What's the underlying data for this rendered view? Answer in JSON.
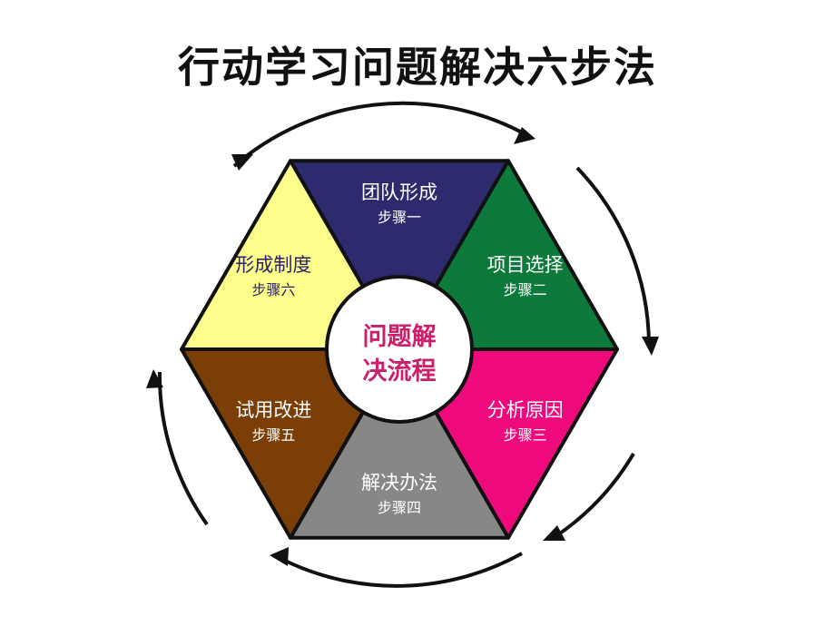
{
  "title": "行动学习问题解决六步法",
  "center": {
    "line1": "问题解",
    "line2": "决流程",
    "color": "#cc1f6a"
  },
  "steps": [
    {
      "name": "团队形成",
      "step": "步骤一",
      "color": "#2e2a6e",
      "text_color": "#ffffff"
    },
    {
      "name": "项目选择",
      "step": "步骤二",
      "color": "#0d7a3c",
      "text_color": "#ffffff"
    },
    {
      "name": "分析原因",
      "step": "步骤三",
      "color": "#ee0a7d",
      "text_color": "#ffffff"
    },
    {
      "name": "解决办法",
      "step": "步骤四",
      "color": "#878787",
      "text_color": "#ffffff"
    },
    {
      "name": "试用改进",
      "step": "步骤五",
      "color": "#7a3e06",
      "text_color": "#ffffff"
    },
    {
      "name": "形成制度",
      "step": "步骤六",
      "color": "#fdfd8c",
      "text_color": "#2a1e70"
    }
  ],
  "outline_color": "#111111"
}
